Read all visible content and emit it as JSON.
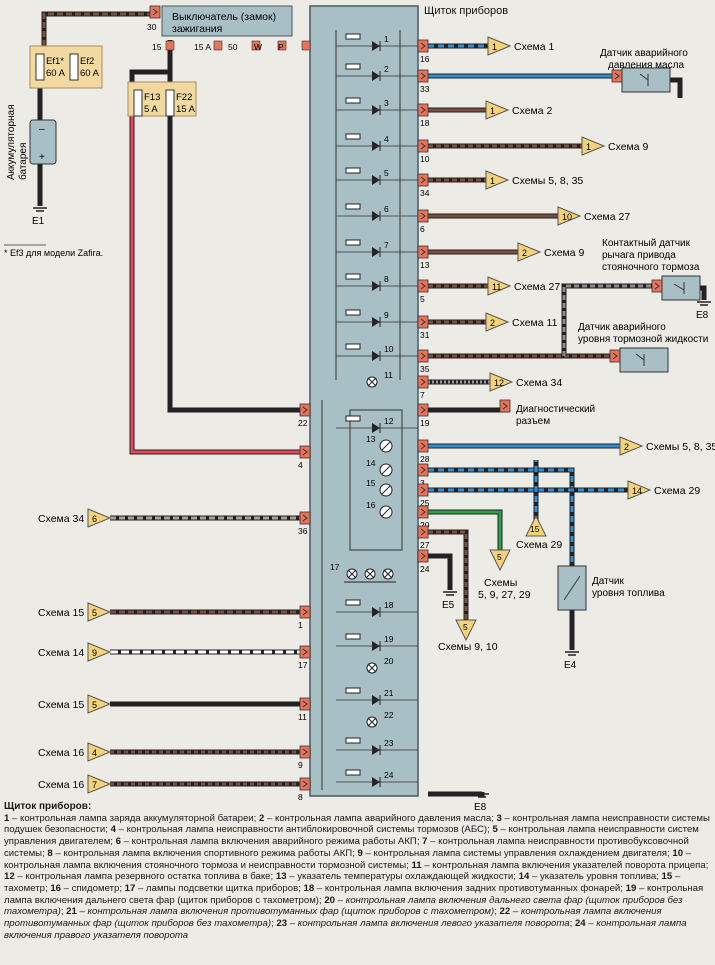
{
  "panel_title": "Щиток приборов",
  "ignition": {
    "line1": "Выключатель (замок)",
    "line2": "зажигания",
    "pin_30": "30",
    "pins": [
      "15",
      "15 A",
      "50",
      "W",
      "P"
    ]
  },
  "fuses": [
    {
      "id": "Ef1*",
      "rating": "60 A"
    },
    {
      "id": "Ef2",
      "rating": "60 A"
    },
    {
      "id": "F13",
      "rating": "5 A"
    },
    {
      "id": "F22",
      "rating": "15 A"
    }
  ],
  "battery": {
    "line1": "Аккумуляторная",
    "line2": "батарея",
    "minus": "–",
    "plus": "+"
  },
  "footnote": "* Ef3 для модели Zafira.",
  "grounds": {
    "e1": "E1",
    "e4": "E4",
    "e5": "E5",
    "e8a": "E8",
    "e8b": "E8"
  },
  "right_pins": [
    "16",
    "33",
    "18",
    "10",
    "34",
    "6",
    "13",
    "5",
    "31",
    "35",
    "7",
    "19",
    "28",
    "3",
    "25",
    "20",
    "27",
    "24",
    "1",
    "17",
    "11",
    "9",
    "2",
    "8"
  ],
  "left_pins": [
    "22",
    "4",
    "36",
    "1",
    "17",
    "11",
    "9",
    "8"
  ],
  "internal_numbers": [
    "1",
    "2",
    "3",
    "4",
    "5",
    "6",
    "7",
    "8",
    "9",
    "10",
    "11",
    "12",
    "13",
    "14",
    "15",
    "16",
    "17",
    "18",
    "19",
    "20",
    "21",
    "22",
    "23",
    "24"
  ],
  "right_refs": [
    {
      "num": "1",
      "label": "Схема 1"
    },
    {
      "num": "1",
      "label": "Схема 2"
    },
    {
      "num": "1",
      "label": "Схема 9"
    },
    {
      "num": "1",
      "label": "Схемы 5, 8, 35"
    },
    {
      "num": "10",
      "label": "Схема 27"
    },
    {
      "num": "2",
      "label": "Схема 9"
    },
    {
      "num": "11",
      "label": "Схема 27"
    },
    {
      "num": "2",
      "label": "Схема 11"
    },
    {
      "num": "12",
      "label": "Схема 34"
    },
    {
      "num": "2",
      "label": "Схемы 5, 8, 35"
    },
    {
      "num": "14",
      "label": "Схема 29"
    }
  ],
  "lower_refs": [
    {
      "num": "15",
      "label": "Схема 29"
    },
    {
      "num": "5",
      "line1": "Схемы",
      "line2": "5, 9, 27, 29"
    },
    {
      "num": "5",
      "label": "Схемы 9, 10"
    }
  ],
  "left_refs": [
    {
      "num": "6",
      "label": "Схема 34"
    },
    {
      "num": "5",
      "label": "Схема 15"
    },
    {
      "num": "9",
      "label": "Схема 14"
    },
    {
      "num": "5",
      "label": "Схема 15"
    },
    {
      "num": "4",
      "label": "Схема 16"
    },
    {
      "num": "7",
      "label": "Схема 16"
    }
  ],
  "sensors": {
    "oil": {
      "line1": "Датчик аварийного",
      "line2": "давления масла"
    },
    "parking": {
      "line1": "Контактный датчик",
      "line2": "рычага привода",
      "line3": "стояночного тормоза"
    },
    "brake_fluid": {
      "line1": "Датчик аварийного",
      "line2": "уровня тормозной жидкости"
    },
    "diagnostic": {
      "line1": "Диагностический",
      "line2": "разъем"
    },
    "fuel": {
      "line1": "Датчик",
      "line2": "уровня топлива"
    }
  },
  "legend": {
    "title": "Щиток приборов:",
    "items": [
      {
        "n": "1",
        "t": "контрольная лампа заряда аккумуляторной батареи"
      },
      {
        "n": "2",
        "t": "контрольная лампа аварийного давления масла"
      },
      {
        "n": "3",
        "t": "контрольная лампа неисправности системы подушек безопасности"
      },
      {
        "n": "4",
        "t": "контрольная лампа неисправности антиблокировочной системы тормозов (АБС)"
      },
      {
        "n": "5",
        "t": "контрольная лампа неисправности систем управления двигателем"
      },
      {
        "n": "6",
        "t": "контрольная лампа включения аварийного режима работы АКП"
      },
      {
        "n": "7",
        "t": "контрольная лампа неисправности противобуксовочной системы"
      },
      {
        "n": "8",
        "t": "контрольная лампа включения спортивного режима работы АКП"
      },
      {
        "n": "9",
        "t": "контрольная лампа системы управления охлаждением двигателя"
      },
      {
        "n": "10",
        "t": "контрольная лампа включения стояночного тормоза и неисправности тормозной системы"
      },
      {
        "n": "11",
        "t": "контрольная лампа включения указателей поворота прицепа"
      },
      {
        "n": "12",
        "t": "контрольная лампа резервного остатка топлива в баке"
      },
      {
        "n": "13",
        "t": "указатель температуры охлаждающей жидкости"
      },
      {
        "n": "14",
        "t": "указатель уровня топлива"
      },
      {
        "n": "15",
        "t": "тахометр"
      },
      {
        "n": "16",
        "t": "спидометр"
      },
      {
        "n": "17",
        "t": "лампы подсветки щитка приборов"
      },
      {
        "n": "18",
        "t": "контрольная лампа включения задних противотуманных фонарей"
      },
      {
        "n": "19",
        "t": "контрольная лампа включения дальнего света фар (щиток приборов с тахометром)"
      },
      {
        "n": "20",
        "t": "контрольная лампа включения дальнего света фар (щиток приборов без тахометра)"
      },
      {
        "n": "21",
        "t": "контрольная лампа включения противотуманных фар (щиток приборов с тахометром)"
      },
      {
        "n": "22",
        "t": "контрольная лампа включения противотуманных фар (щиток приборов без тахометра)"
      },
      {
        "n": "23",
        "t": "контрольная лампа включения левого указателя поворота"
      },
      {
        "n": "24",
        "t": "контрольная лампа включения правого указателя поворота"
      }
    ]
  },
  "colors": {
    "background": "#ecebe6",
    "panel": "#a9bfc6",
    "fuse_box": "#f2d9a0",
    "connector": "#e8735a",
    "triangle": "#f4d27a",
    "wire_red": "#e8485a",
    "wire_blue": "#2f8fd4",
    "wire_green": "#2e9e4a",
    "wire_brown": "#8a5a44"
  }
}
